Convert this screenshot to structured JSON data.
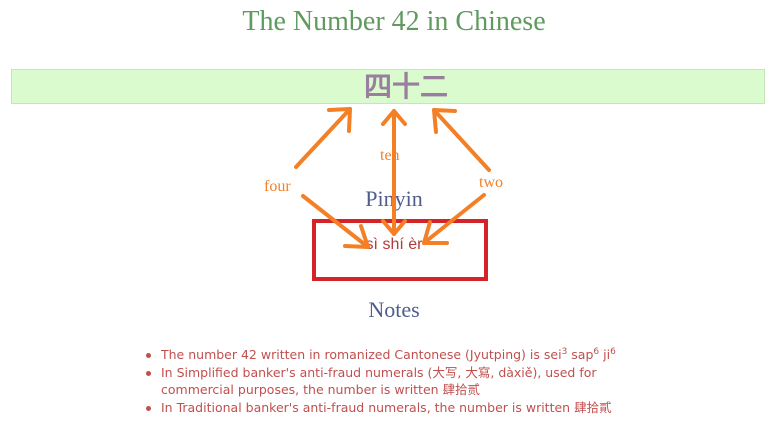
{
  "title": "The Number 42 in Chinese",
  "hanzi": "四十二",
  "arrow_labels": {
    "four": "four",
    "ten": "ten",
    "two": "two"
  },
  "pinyin": {
    "heading": "Pinyin",
    "value": "sì shí èr"
  },
  "notes": {
    "heading": "Notes",
    "items": [
      {
        "text": "The number 42 written in romanized Cantonese (Jyutping) is ",
        "syllables": [
          {
            "base": "sei",
            "tone": "3"
          },
          {
            "base": "sap",
            "tone": "6"
          },
          {
            "base": "ji",
            "tone": "6"
          }
        ]
      },
      {
        "text": "In Simplified banker's anti-fraud numerals (大写, 大寫, dàxiě), used for commercial purposes, the number is written 肆拾贰"
      },
      {
        "text": "In Traditional banker's anti-fraud numerals, the number is written 肆拾貳"
      }
    ]
  },
  "colors": {
    "title": "#5f9a5e",
    "band_background": "#d9fbcd",
    "hanzi": "#9a7e9e",
    "heading": "#4e5c8e",
    "pinyin_box_border": "#d4242a",
    "pinyin_text": "#b33b38",
    "arrows": "#f47f25",
    "notes_text": "#c0504e"
  }
}
